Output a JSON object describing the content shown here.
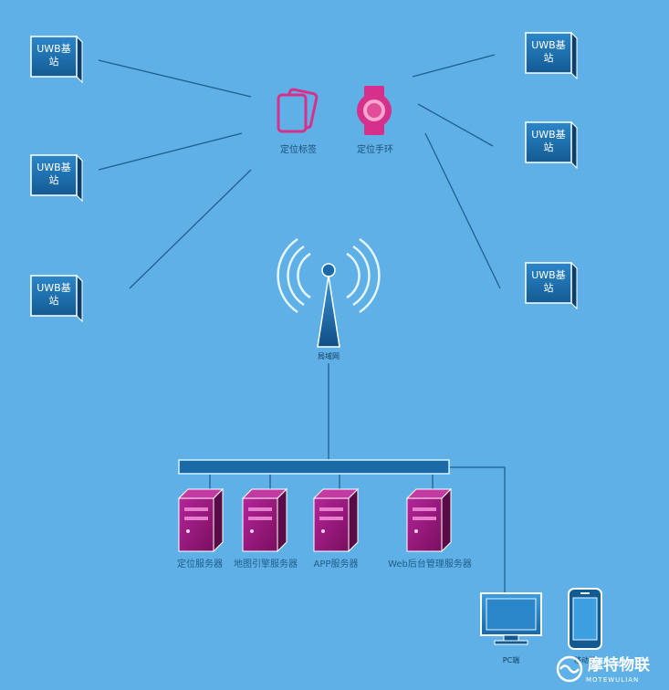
{
  "stations": [
    {
      "line1": "UWB基",
      "line2": "站"
    },
    {
      "line1": "UWB基",
      "line2": "站"
    },
    {
      "line1": "UWB基",
      "line2": "站"
    },
    {
      "line1": "UWB基",
      "line2": "站"
    },
    {
      "line1": "UWB基",
      "line2": "站"
    },
    {
      "line1": "UWB基",
      "line2": "站"
    }
  ],
  "devices": {
    "tag": "定位标签",
    "band": "定位手环"
  },
  "network": {
    "antenna": "局域网"
  },
  "servers": [
    {
      "label": "定位服务器"
    },
    {
      "label": "地图引擎服务器"
    },
    {
      "label": "APP服务器"
    },
    {
      "label": "Web后台管理服务器"
    }
  ],
  "clients": {
    "pc": "PC端",
    "mobile": "移动端"
  },
  "logo": {
    "name": "摩特物联",
    "sub": "MOTEWULIAN"
  },
  "colors": {
    "background": "#5fb0e6",
    "station": "#1a6aa8",
    "server": "#9a1a78",
    "device": "#e0388f"
  }
}
